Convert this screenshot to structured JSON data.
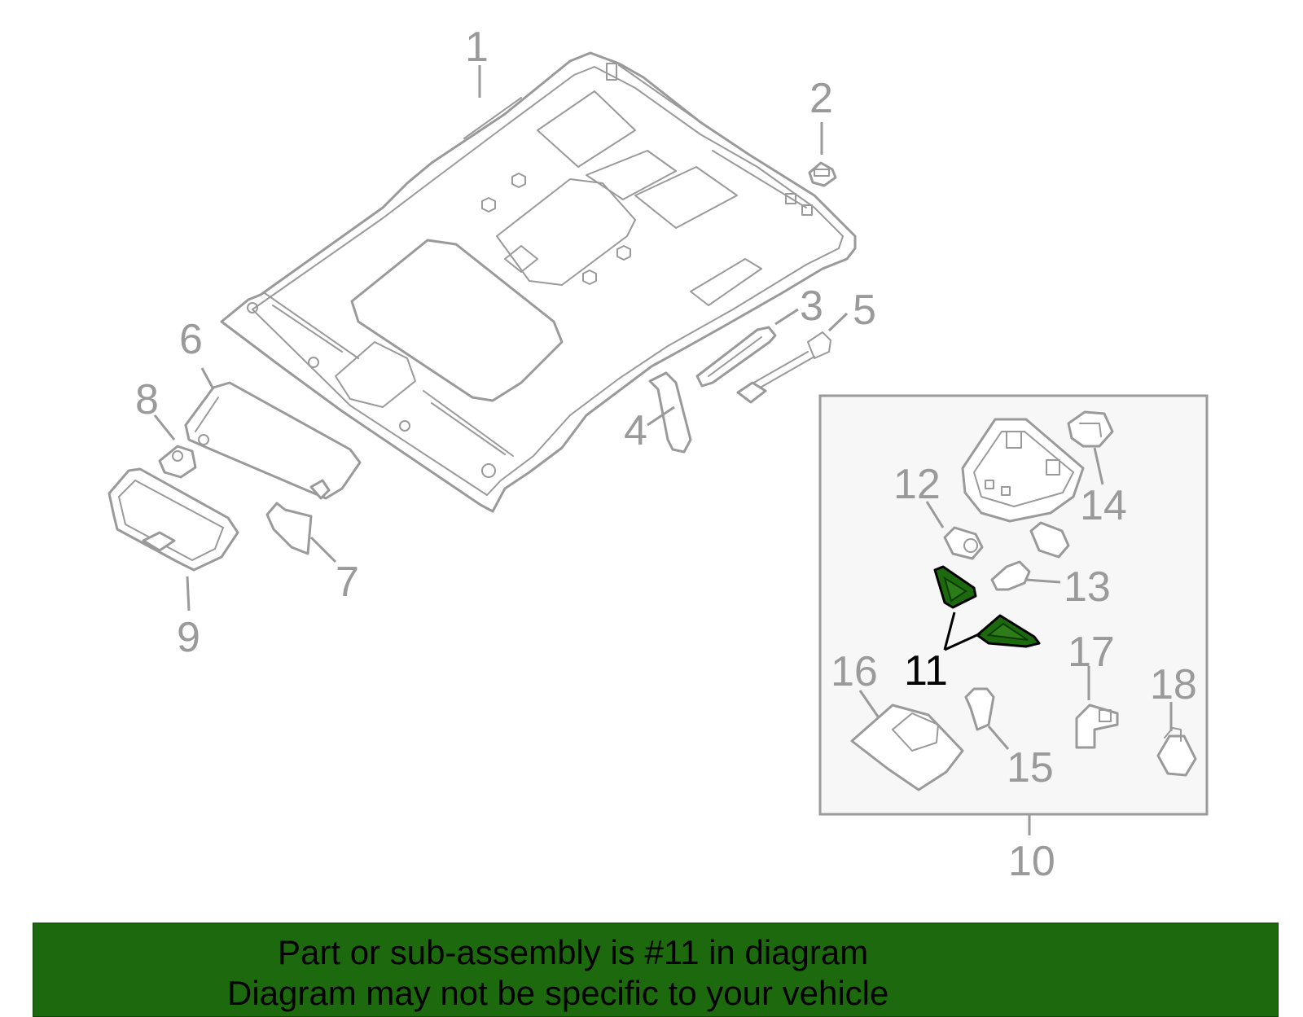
{
  "diagram": {
    "callouts": {
      "c1": "1",
      "c2": "2",
      "c3": "3",
      "c4": "4",
      "c5": "5",
      "c6": "6",
      "c7": "7",
      "c8": "8",
      "c9": "9",
      "c10": "10",
      "c11": "11",
      "c12": "12",
      "c13": "13",
      "c14": "14",
      "c15": "15",
      "c16": "16",
      "c17": "17",
      "c18": "18"
    },
    "highlighted_part": "11",
    "colors": {
      "line_art": "#9a9a9a",
      "highlight": "#1d6a0e",
      "banner_background": "#1d6a0e",
      "banner_text": "#000000"
    }
  },
  "banner": {
    "line1": "Part or sub-assembly is #11 in diagram",
    "line2": "Diagram may not be specific to your vehicle"
  }
}
